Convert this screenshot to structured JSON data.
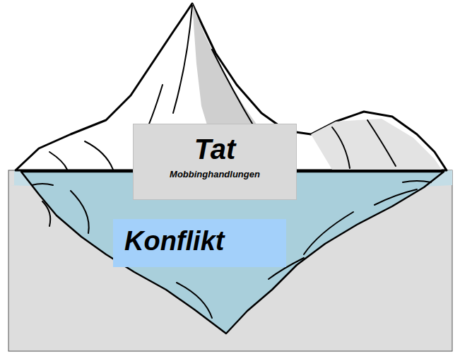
{
  "diagram": {
    "nodes": [
      {
        "text": [
          "Tat",
          "Mobbinghandlungen"
        ]
      },
      {
        "text": [
          "Konflikt"
        ]
      }
    ]
  }
}
